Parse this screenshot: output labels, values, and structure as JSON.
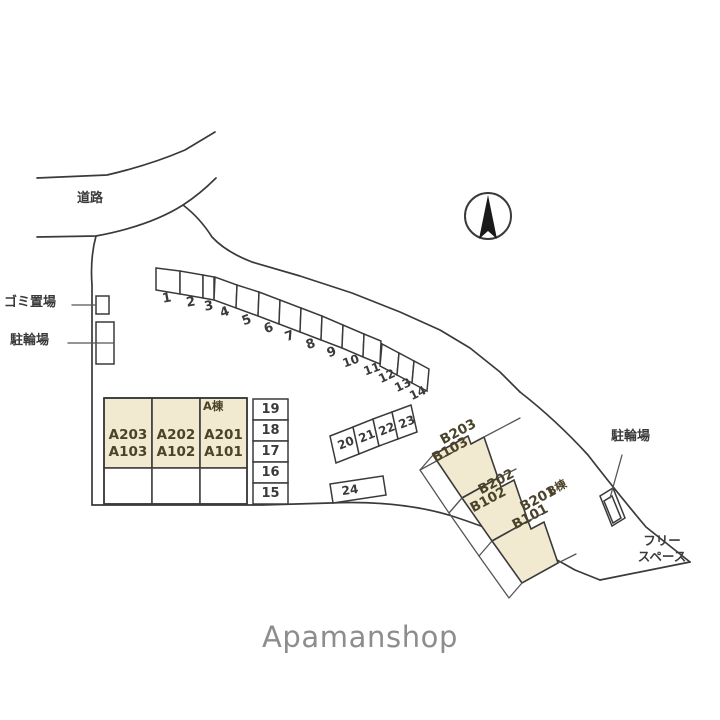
{
  "document": {
    "type": "site-plan",
    "watermark": "Apamanshop",
    "background_color": "#ffffff",
    "building_fill_color": "#f2ead0",
    "line_color": "#3a3a3a"
  },
  "compass": {
    "name": "north-arrow",
    "direction_label": "N"
  },
  "site_labels": {
    "road": "道路",
    "trash_area": "ゴミ置場",
    "bicycle_parking_left": "駐輪場",
    "bicycle_parking_right": "駐輪場",
    "free_space_line1": "フリー",
    "free_space_line2": "スペース"
  },
  "buildings": [
    {
      "name": "building-a",
      "tag": "A棟",
      "units": [
        {
          "upper": "A203",
          "lower": "A103"
        },
        {
          "upper": "A202",
          "lower": "A102"
        },
        {
          "upper": "A201",
          "lower": "A101"
        }
      ]
    },
    {
      "name": "building-b",
      "tag": "B棟",
      "units": [
        {
          "upper": "B203",
          "lower": "B103"
        },
        {
          "upper": "B202",
          "lower": "B102"
        },
        {
          "upper": "B201",
          "lower": "B101"
        }
      ]
    }
  ],
  "parking": {
    "north_row": [
      "1",
      "2",
      "3",
      "4",
      "5",
      "6",
      "7",
      "8",
      "9",
      "10",
      "11",
      "12",
      "13",
      "14"
    ],
    "east_column": [
      "19",
      "18",
      "17",
      "16",
      "15"
    ],
    "center_row": [
      "20",
      "21",
      "22",
      "23"
    ],
    "center_single": [
      "24"
    ]
  }
}
